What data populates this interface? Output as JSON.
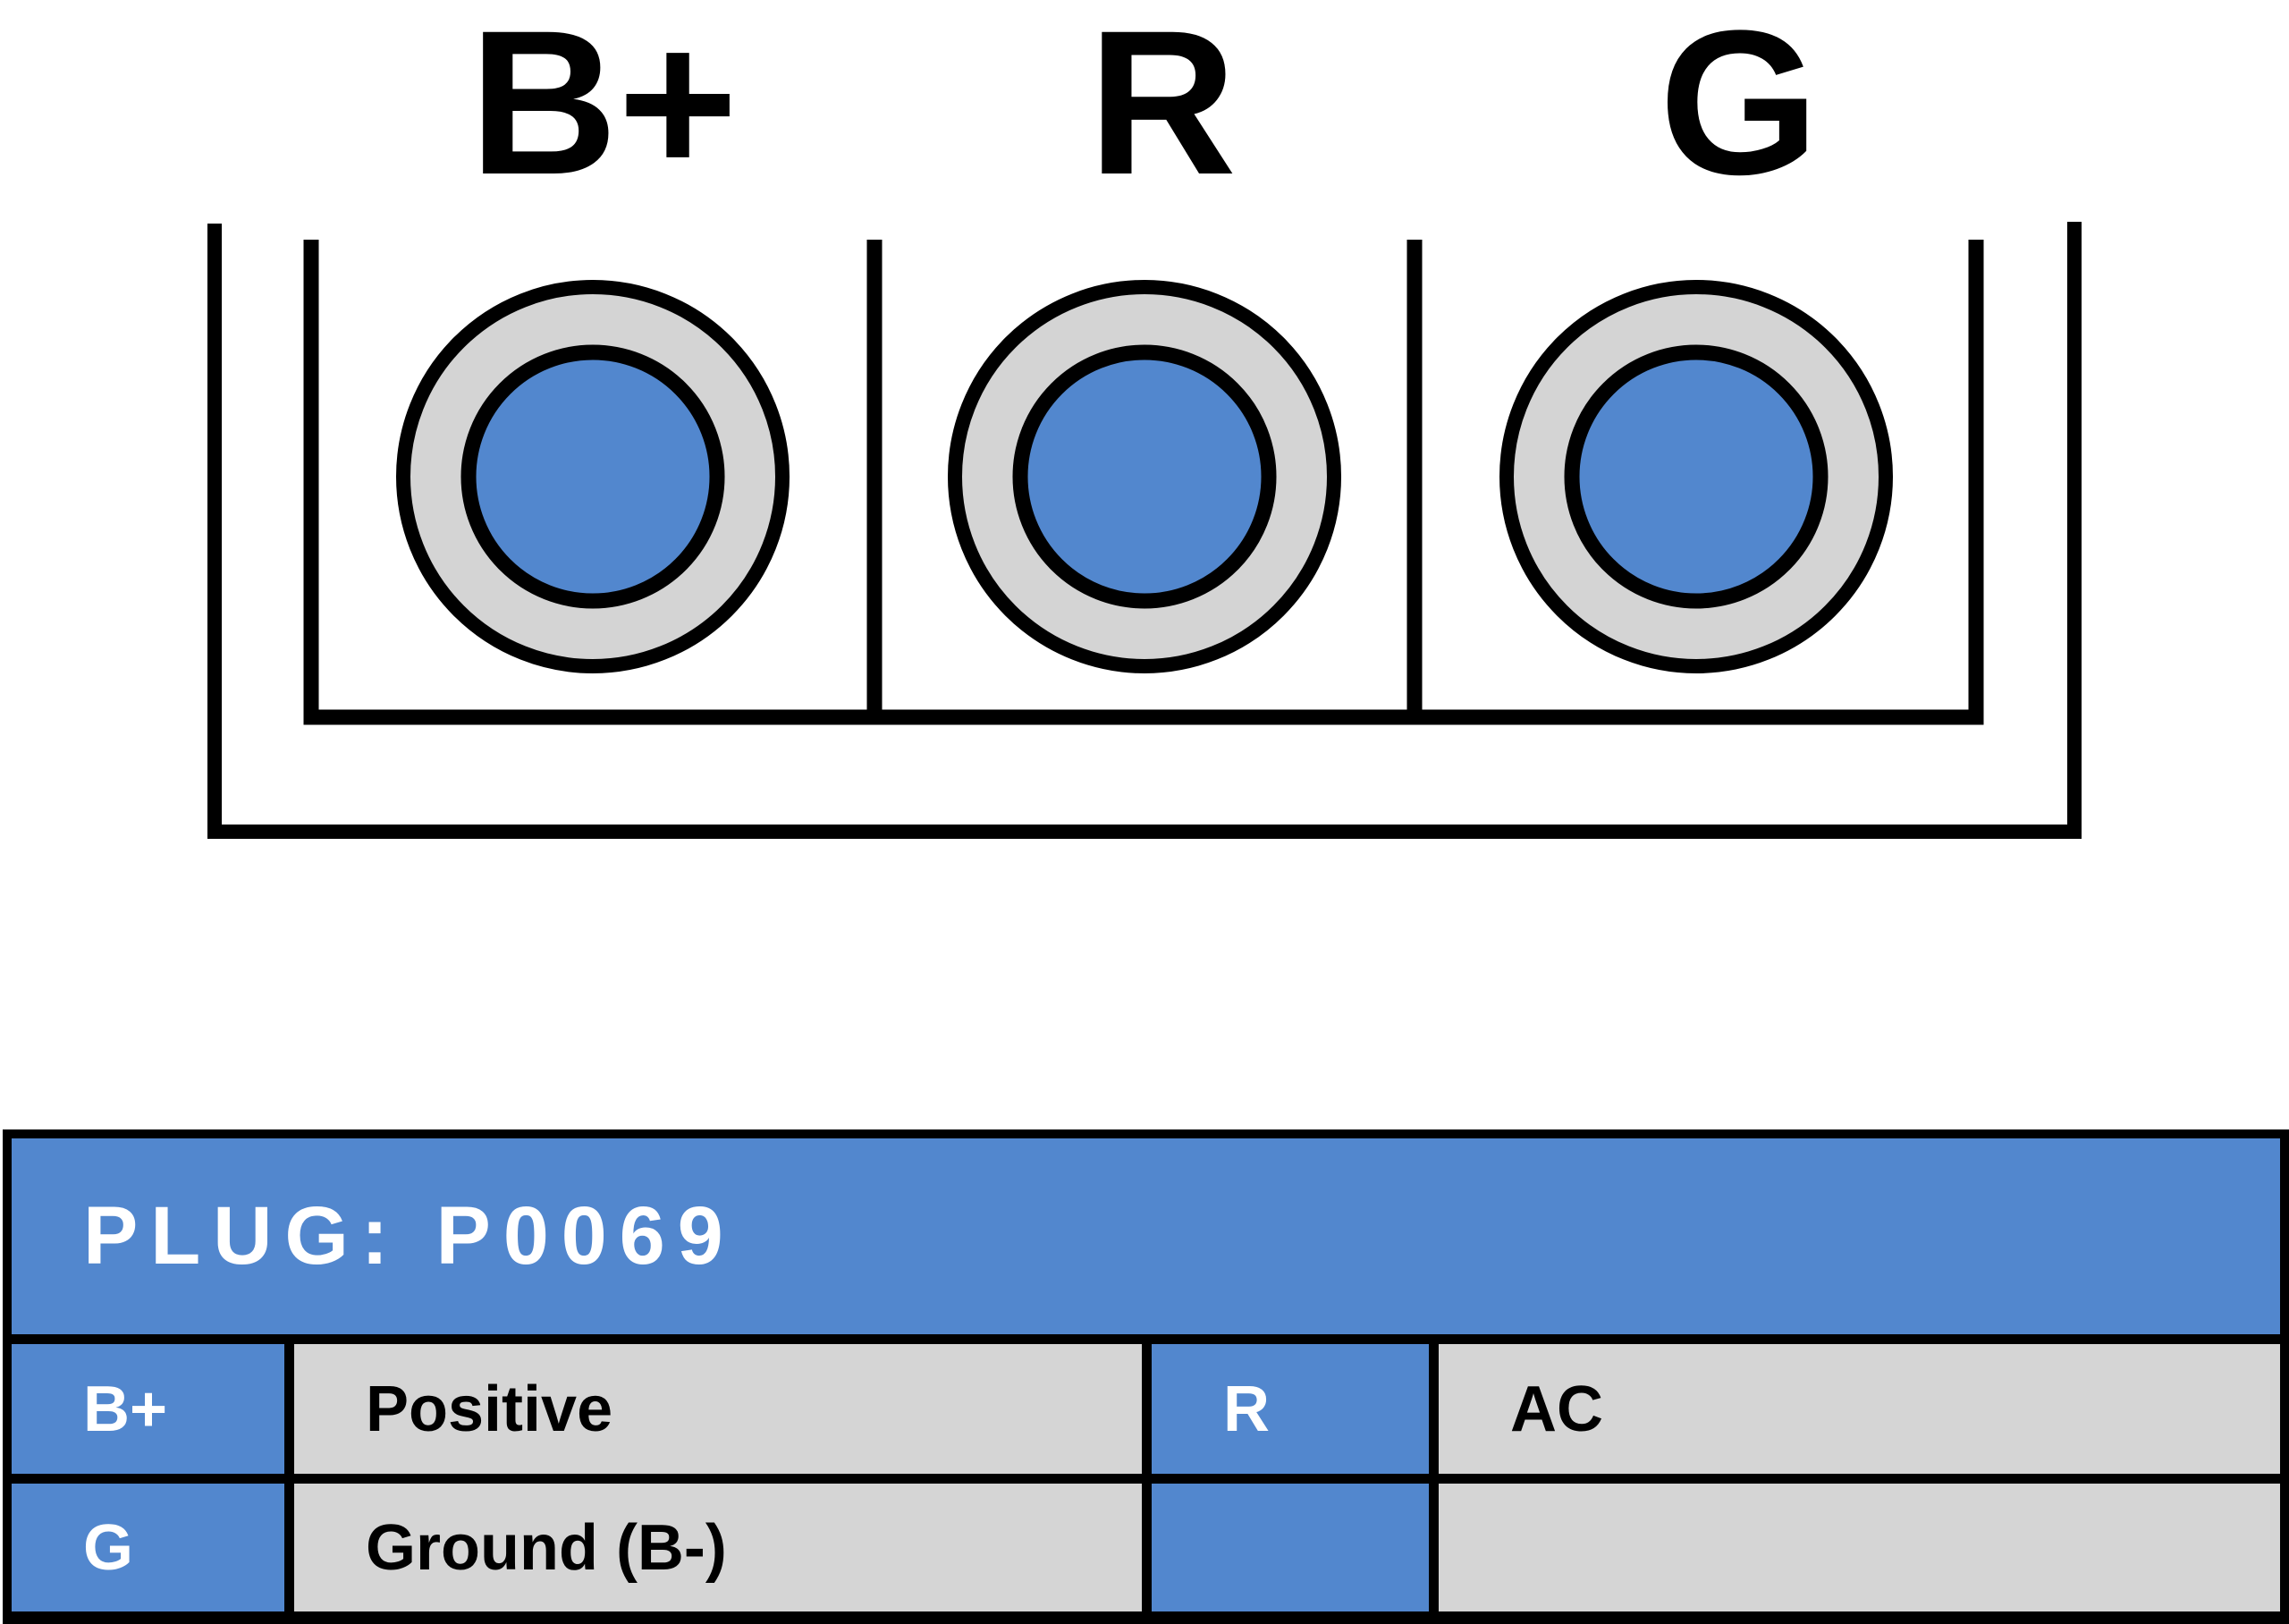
{
  "diagram": {
    "pins": [
      {
        "label": "B+"
      },
      {
        "label": "R"
      },
      {
        "label": "G"
      }
    ]
  },
  "table": {
    "title": "PLUG: P0069",
    "rows": [
      {
        "pin": "B+",
        "desc": "Positive",
        "pin2": "R",
        "desc2": "AC"
      },
      {
        "pin": "G",
        "desc": "Ground (B-)",
        "pin2": "",
        "desc2": ""
      }
    ]
  },
  "colors": {
    "blue": "#5287ce",
    "cell_gray": "#d5d5d5",
    "terminal_gray": "#d4d4d4",
    "outline": "#000000",
    "title_text": "#ffffff"
  }
}
